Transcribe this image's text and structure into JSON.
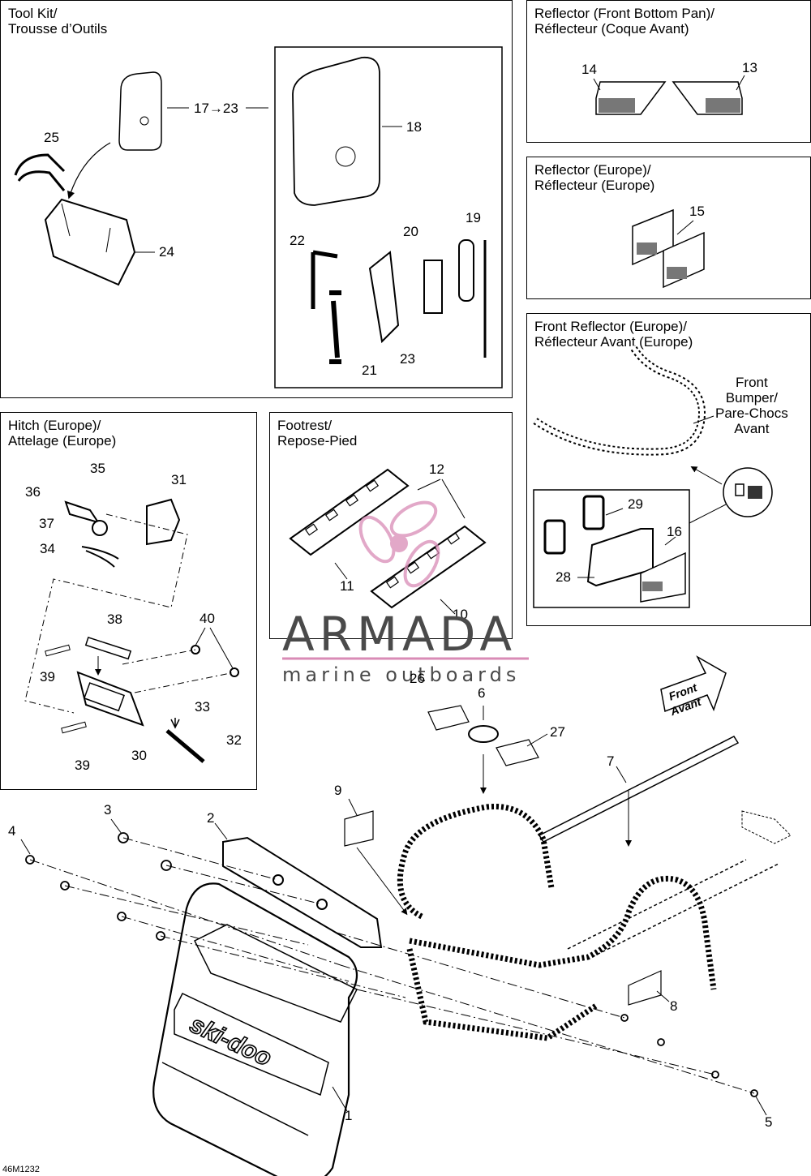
{
  "panels": {
    "tool_kit": {
      "title": "Tool Kit/\nTrousse d’Outils"
    },
    "reflector_front_bottom": {
      "title": "Reflector (Front Bottom Pan)/\nRéflecteur (Coque Avant)"
    },
    "reflector_europe": {
      "title": "Reflector (Europe)/\nRéflecteur (Europe)"
    },
    "front_reflector_europe": {
      "title": "Front Reflector (Europe)/\nRéflecteur Avant (Europe)",
      "bumper_note": "Front\nBumper/\nPare-Chocs\nAvant"
    },
    "hitch": {
      "title": "Hitch (Europe)/\nAttelage (Europe)"
    },
    "footrest": {
      "title": "Footrest/\nRepose-Pied"
    }
  },
  "callouts": {
    "tool_kit": [
      "25",
      "17→23",
      "18",
      "24",
      "22",
      "20",
      "19",
      "21",
      "23"
    ],
    "reflector_front_bottom": [
      "14",
      "13"
    ],
    "reflector_europe": [
      "15"
    ],
    "front_reflector_europe": [
      "29",
      "16",
      "28"
    ],
    "hitch": [
      "35",
      "31",
      "36",
      "37",
      "34",
      "38",
      "40",
      "39",
      "33",
      "30",
      "39",
      "32"
    ],
    "footrest": [
      "12",
      "11",
      "10"
    ],
    "main": [
      "26",
      "6",
      "27",
      "7",
      "9",
      "3",
      "2",
      "4",
      "8",
      "1",
      "5"
    ]
  },
  "front_arrow": {
    "line1": "Front",
    "line2": "Avant"
  },
  "hood_logo": "ski-doo",
  "watermark": {
    "brand": "ARMADA",
    "tagline": "marine outboards"
  },
  "doc_id": "46M1232"
}
